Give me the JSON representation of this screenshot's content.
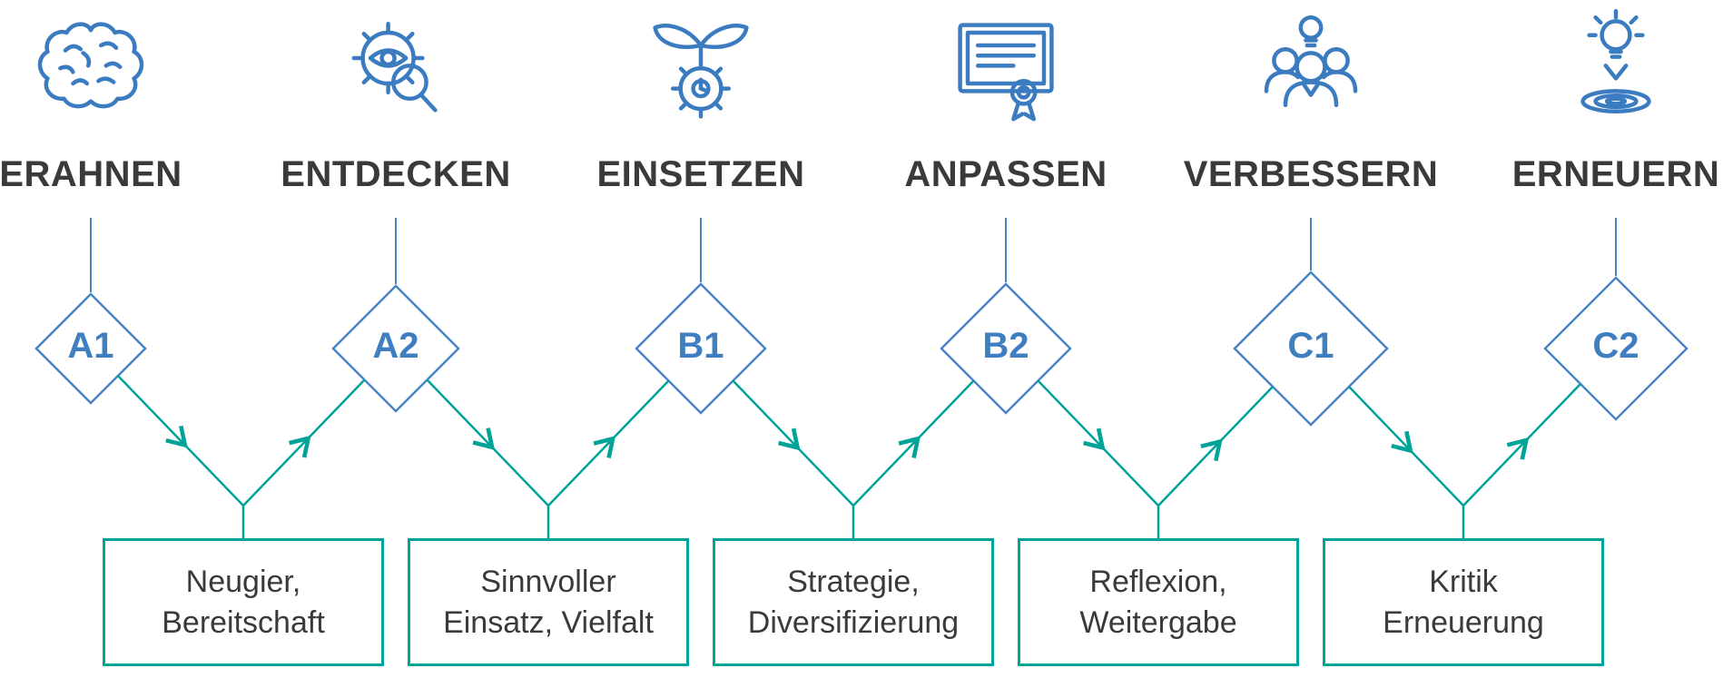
{
  "colors": {
    "icon_blue": "#3b7bc0",
    "diamond_blue": "#4a84c6",
    "level_blue": "#3e7ec1",
    "flow_teal": "#00a398",
    "text_dark": "#3a3a3c"
  },
  "stages": [
    {
      "title": "ERAHNEN",
      "level": "A1",
      "icon": "brain-icon"
    },
    {
      "title": "ENTDECKEN",
      "level": "A2",
      "icon": "gear-eye-magnifier-icon"
    },
    {
      "title": "EINSETZEN",
      "level": "B1",
      "icon": "sprout-gear-icon"
    },
    {
      "title": "ANPASSEN",
      "level": "B2",
      "icon": "certificate-icon"
    },
    {
      "title": "VERBESSERN",
      "level": "C1",
      "icon": "team-idea-icon"
    },
    {
      "title": "ERNEUERN",
      "level": "C2",
      "icon": "innovation-target-icon"
    }
  ],
  "boxes": [
    {
      "line1": "Neugier,",
      "line2": "Bereitschaft"
    },
    {
      "line1": "Sinnvoller",
      "line2": "Einsatz, Vielfalt"
    },
    {
      "line1": "Strategie,",
      "line2": "Diversifizierung"
    },
    {
      "line1": "Reflexion,",
      "line2": "Weitergabe"
    },
    {
      "line1": "Kritik",
      "line2": "Erneuerung"
    }
  ]
}
